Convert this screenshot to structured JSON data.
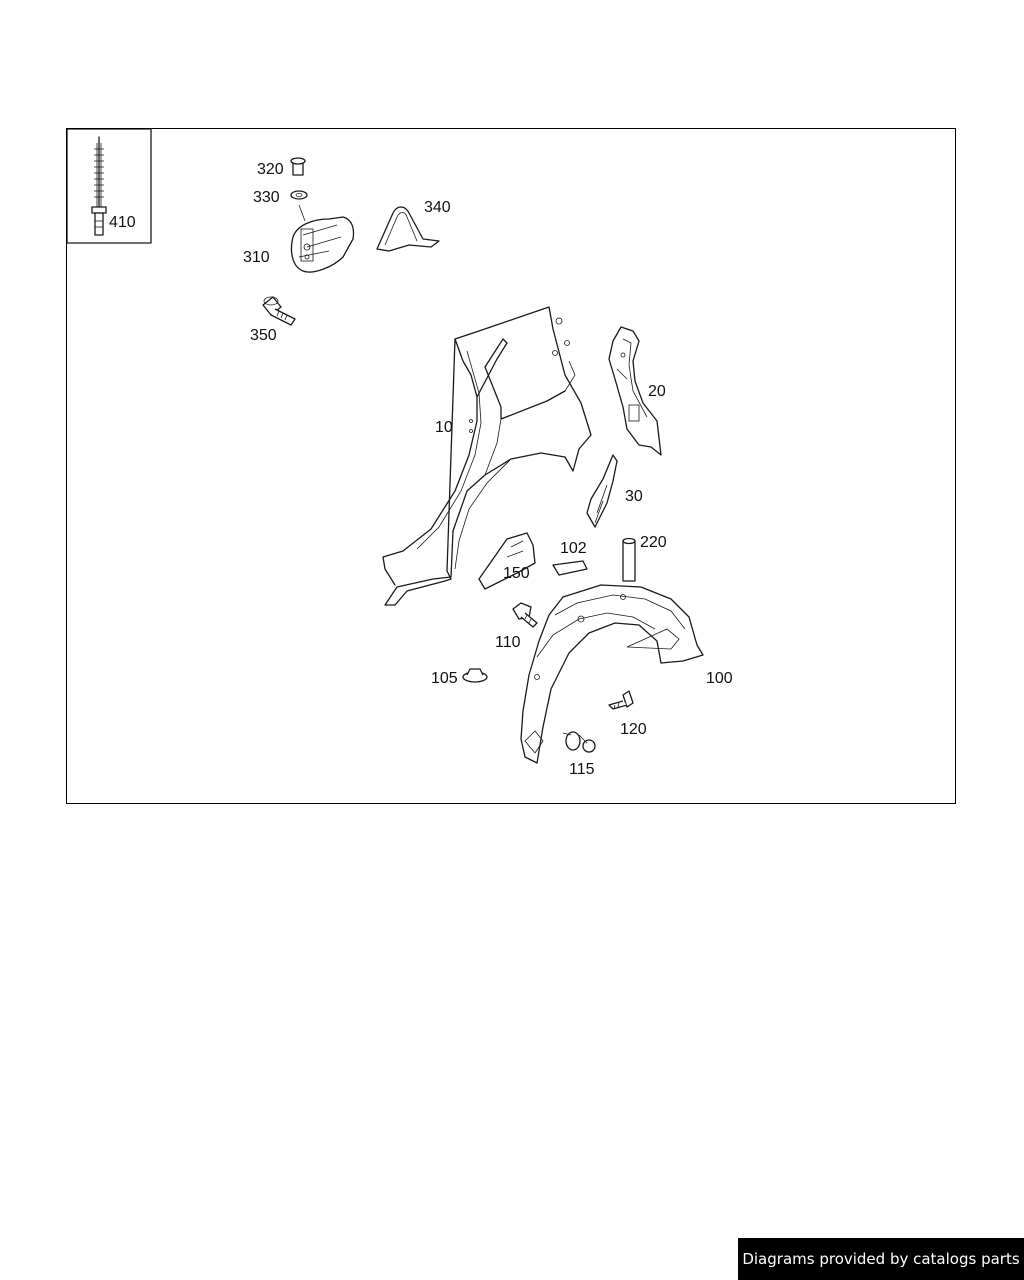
{
  "parts": [
    {
      "id": "p410",
      "number": "410"
    },
    {
      "id": "p320",
      "number": "320"
    },
    {
      "id": "p330",
      "number": "330"
    },
    {
      "id": "p340",
      "number": "340"
    },
    {
      "id": "p310",
      "number": "310"
    },
    {
      "id": "p350",
      "number": "350"
    },
    {
      "id": "p10",
      "number": "10"
    },
    {
      "id": "p20",
      "number": "20"
    },
    {
      "id": "p30",
      "number": "30"
    },
    {
      "id": "p102",
      "number": "102"
    },
    {
      "id": "p220",
      "number": "220"
    },
    {
      "id": "p150",
      "number": "150"
    },
    {
      "id": "p110",
      "number": "110"
    },
    {
      "id": "p105",
      "number": "105"
    },
    {
      "id": "p100",
      "number": "100"
    },
    {
      "id": "p120",
      "number": "120"
    },
    {
      "id": "p115",
      "number": "115"
    }
  ],
  "footer": {
    "text": "Diagrams provided by catalogs parts"
  },
  "colors": {
    "line": "#1a1a1a",
    "background": "#ffffff",
    "banner": "#000000"
  }
}
